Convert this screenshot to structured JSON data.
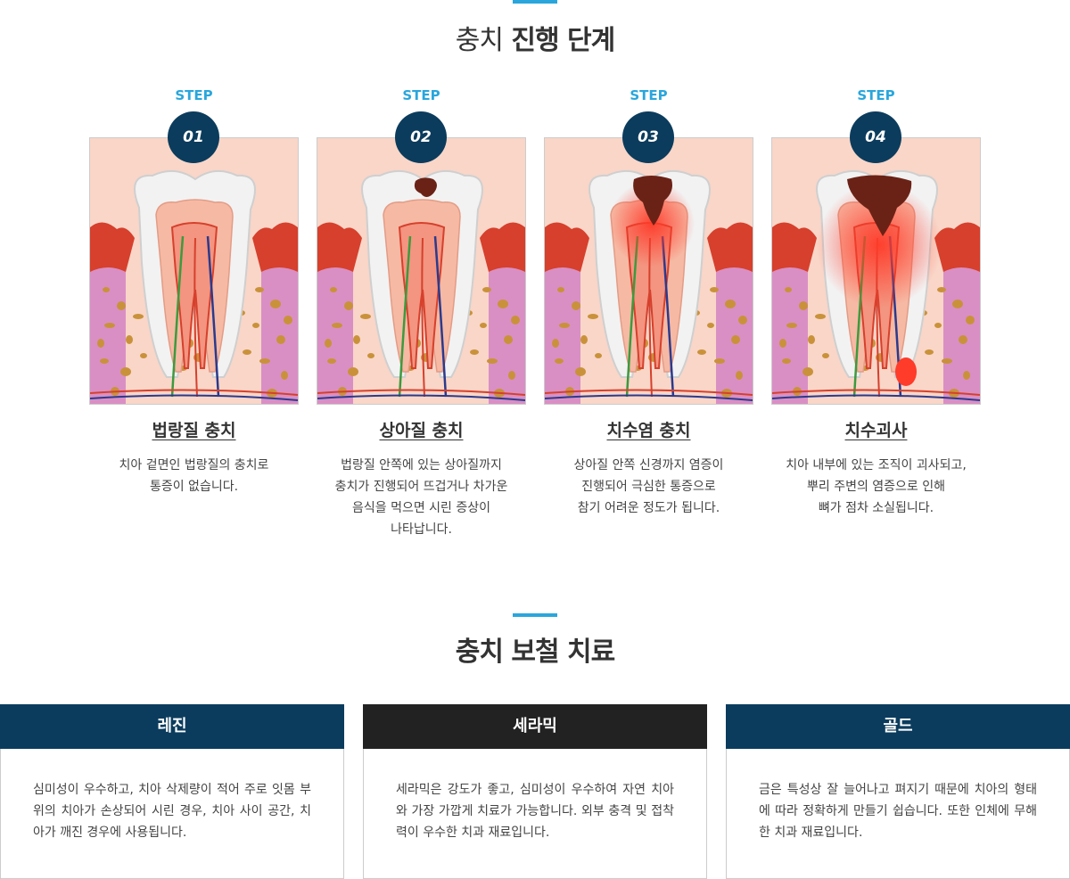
{
  "section1": {
    "title_light": "충치",
    "title_bold": "진행 단계"
  },
  "steps": [
    {
      "label": "STEP",
      "number": "01",
      "name": "법랑질 충치",
      "desc": "치아 겉면인 법랑질의 충치로\n통증이 없습니다."
    },
    {
      "label": "STEP",
      "number": "02",
      "name": "상아질 충치",
      "desc": "법랑질 안쪽에 있는 상아질까지\n충치가 진행되어 뜨겁거나 차가운\n음식을 먹으면 시린 증상이\n나타납니다."
    },
    {
      "label": "STEP",
      "number": "03",
      "name": "치수염 충치",
      "desc": "상아질 안쪽 신경까지 염증이\n진행되어 극심한 통증으로\n참기 어려운 정도가 됩니다."
    },
    {
      "label": "STEP",
      "number": "04",
      "name": "치수괴사",
      "desc": "치아 내부에 있는 조직이 괴사되고,\n뿌리 주변의 염증으로 인해\n뼈가 점차 소실됩니다."
    }
  ],
  "section2": {
    "title": "충치 보철 치료"
  },
  "treatments": [
    {
      "name": "레진",
      "header_color": "#0b3c5d",
      "desc": "심미성이 우수하고, 치아 삭제량이 적어 주로 잇몸 부위의 치아가 손상되어 시린 경우, 치아 사이 공간, 치아가 깨진 경우에 사용됩니다."
    },
    {
      "name": "세라믹",
      "header_color": "#222222",
      "desc": "세라믹은 강도가 좋고, 심미성이 우수하여 자연 치아와 가장 가깝게 치료가 가능합니다. 외부 충격 및 접착력이 우수한 치과 재료입니다."
    },
    {
      "name": "골드",
      "header_color": "#0b3c5d",
      "desc": "금은 특성상 잘 늘어나고 펴지기 때문에 치아의 형태에 따라 정확하게 만들기 쉽습니다. 또한 인체에 무해한 치과 재료입니다."
    }
  ],
  "colors": {
    "accent": "#2aa6dc",
    "navy": "#0b3c5d",
    "decay": "#6b2216",
    "inflammation": "#ff3b2a",
    "gum": "#d6402c",
    "enamel": "#f2f2f2"
  }
}
